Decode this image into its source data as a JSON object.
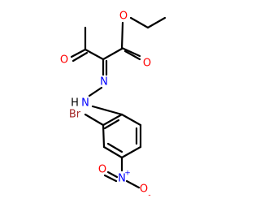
{
  "atoms": {
    "ester_o_single": "O",
    "ester_o_double": "O",
    "ketone_o": "O",
    "hydrazone_n1": "N",
    "hydrazone_n2": "N",
    "h": "H",
    "br": "Br",
    "nitro_n": "N",
    "nitro_plus": "+",
    "nitro_o_double": "O",
    "nitro_o_single": "O",
    "nitro_minus": "-"
  },
  "colors": {
    "oxygen": "#ff0000",
    "nitrogen": "#0000ff",
    "bromine": "#a52a2a",
    "hydrogen": "#000000",
    "bond": "#000000"
  }
}
